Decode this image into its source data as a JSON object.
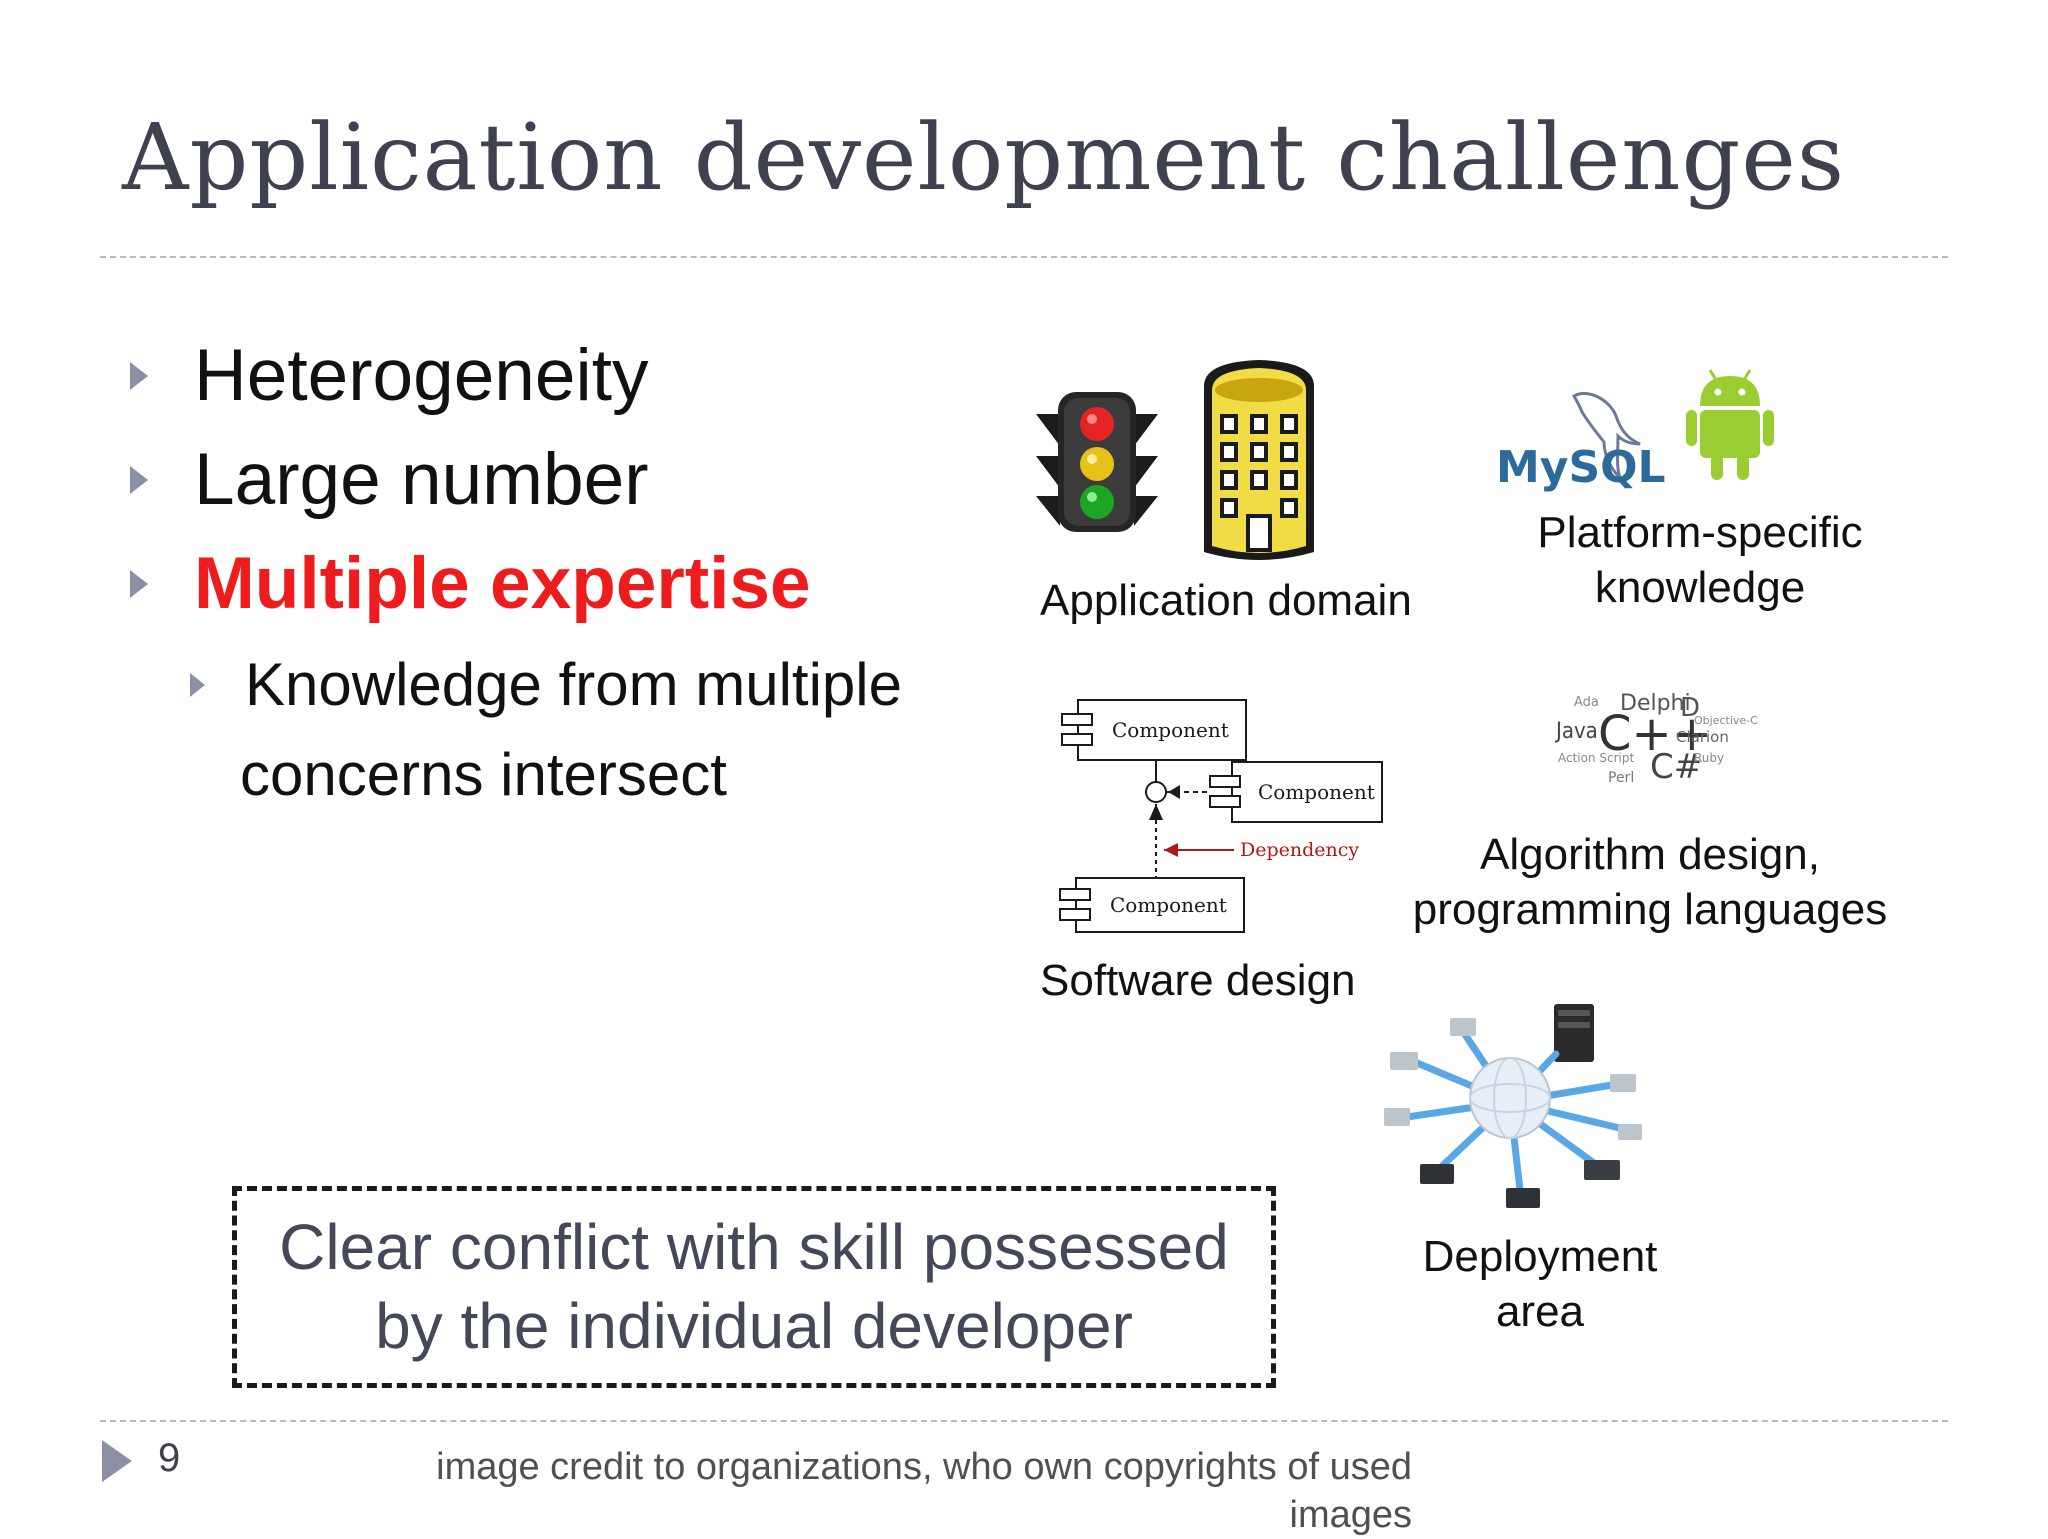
{
  "title": "Application development challenges",
  "bullets": {
    "item1": "Heterogeneity",
    "item2": "Large number",
    "item3": "Multiple expertise",
    "sub_line1": "Knowledge from multiple",
    "sub_line2": "concerns intersect"
  },
  "callout": "Clear conflict with skill possessed\nby the individual developer",
  "panels": {
    "app_domain": "Application domain",
    "platform_line1": "Platform-specific",
    "platform_line2": "knowledge",
    "software_design": "Software design",
    "algo_line1": "Algorithm design,",
    "algo_line2": "programming languages",
    "deploy_line1": "Deployment",
    "deploy_line2": "area"
  },
  "uml": {
    "component": "Component",
    "dependency": "Dependency"
  },
  "logos": {
    "mysql": "MySQL"
  },
  "word_cloud": [
    "Delphi",
    "D",
    "Java",
    "C++",
    "Clarion",
    "C#",
    "Ada",
    "Perl",
    "Ruby",
    "Objective-C",
    "Action Script"
  ],
  "footer": {
    "page_number": "9",
    "credit_line1": "image credit to organizations, who own copyrights of used",
    "credit_line2": "images"
  },
  "colors": {
    "title": "#3f4151",
    "accent_red": "#ee1c1c",
    "bullet_marker": "#8b90a6"
  }
}
